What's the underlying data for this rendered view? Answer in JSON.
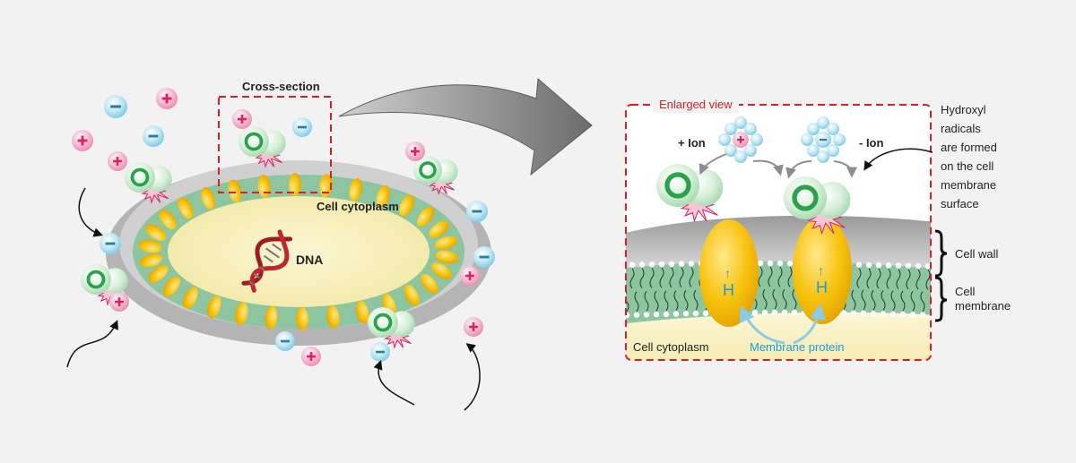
{
  "labels": {
    "cross_section": "Cross-section",
    "cell_cytoplasm": "Cell cytoplasm",
    "dna": "DNA",
    "enlarged_view": "Enlarged view",
    "plus_ion": "+ Ion",
    "minus_ion": "- Ion",
    "hydroxyl": [
      "Hydroxyl",
      "radicals",
      "are formed",
      "on the cell",
      "membrane",
      "surface"
    ],
    "cell_wall": "Cell wall",
    "cell_membrane": [
      "Cell",
      "membrane"
    ],
    "cell_cytoplasm_enlarged": "Cell cytoplasm",
    "membrane_protein": "Membrane protein",
    "h_symbol": "H",
    "up_arrow": "↑"
  },
  "colors": {
    "background": "#f2f2f2",
    "dashed_frame": "#d2232a",
    "enlarged_title": "#d2232a",
    "outer_wall": "#b3b3b3",
    "membrane_green": "#8cc5a0",
    "cytoplasm": "#f7efb4",
    "membrane_protein": "#f5bf0a",
    "protein_label": "#1f9ad6",
    "positive_ion": "#f2a6c3",
    "negative_ion": "#a9dcef",
    "hydroxyl_green": "#2aa24a",
    "big_arrow": "#8a8a8a"
  },
  "icons": [
    "positive-ion-icon",
    "negative-ion-icon",
    "hydroxyl-radical-icon",
    "dna-helix-icon",
    "membrane-protein-icon",
    "brace-icon"
  ]
}
